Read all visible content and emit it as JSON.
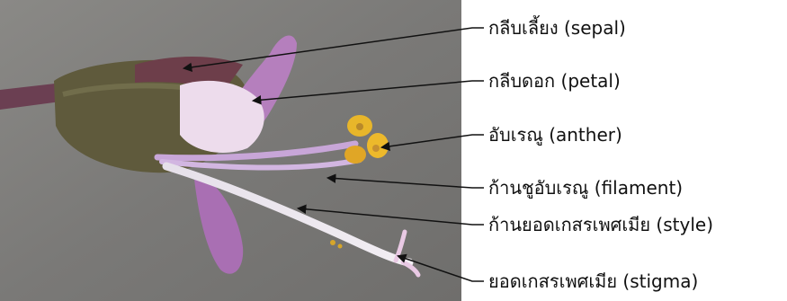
{
  "labels": [
    {
      "name": "sepal",
      "text": "กลีบเลี้ยง (sepal)"
    },
    {
      "name": "petal",
      "text": "กลีบดอก (petal)"
    },
    {
      "name": "anther",
      "text": "อับเรณู (anther)"
    },
    {
      "name": "filament",
      "text": "ก้านชูอับเรณู (filament)"
    },
    {
      "name": "style",
      "text": "ก้านยอดเกสรเพศเมีย (style)"
    },
    {
      "name": "stigma",
      "text": "ยอดเกสรเพศเมีย (stigma)"
    }
  ],
  "colors": {
    "background": "#7b7a78",
    "petal": "#b57fbd",
    "sepal": "#5f5a3c",
    "anther": "#e8b62a",
    "filament": "#d9c4e6",
    "pointer": "#111111"
  }
}
